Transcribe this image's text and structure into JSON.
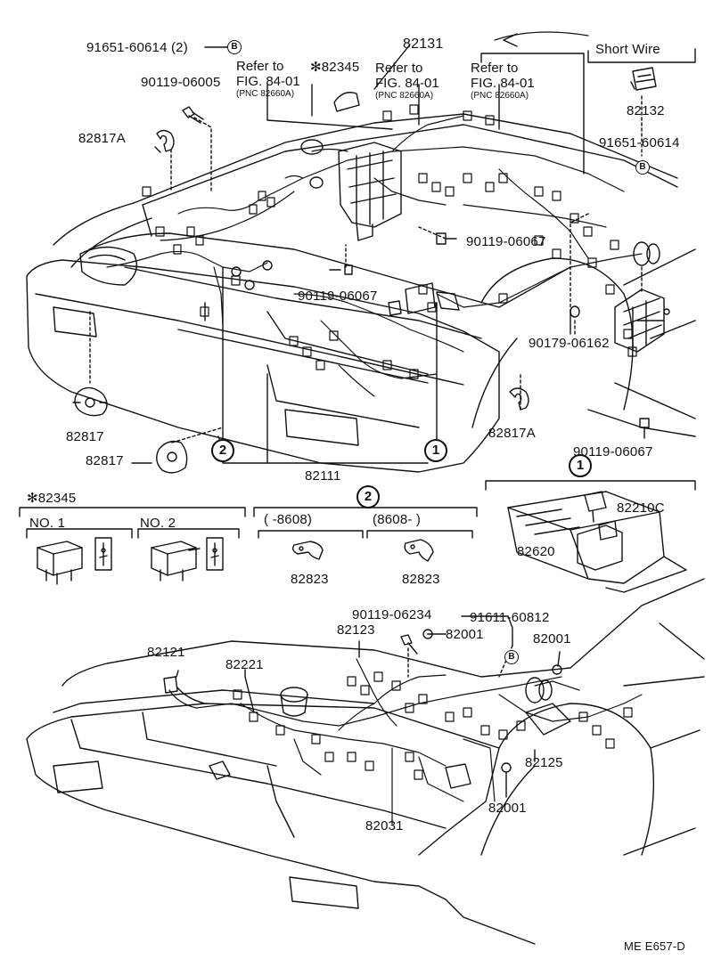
{
  "diagram": {
    "labels": {
      "p91651_60614_2": "91651-60614 (2)",
      "p82131": "82131",
      "short_wire": "Short Wire",
      "p90119_06005": "90119-06005",
      "star82345_top": "✻82345",
      "p82132": "82132",
      "p82817A_left": "82817A",
      "p91651_60614": "91651-60614",
      "p90119_06067_a": "90119-06067",
      "p90119_06067_b": "90119-06067",
      "p90179_06162": "90179-06162",
      "p82817A_right": "82817A",
      "p82817_a": "82817",
      "p82817_b": "82817",
      "p90119_06067_c": "90119-06067",
      "p82111": "82111",
      "star82345_legend": "✻82345",
      "no1": "NO. 1",
      "no2": "NO. 2",
      "range_a": "(      -8608)",
      "range_b": "(8608-         )",
      "p82823_a": "82823",
      "p82823_b": "82823",
      "p82210C": "82210C",
      "p82620": "82620",
      "p90119_06234": "90119-06234",
      "p91611_60812": "91611-60812",
      "p82123": "82123",
      "p82001_a": "82001",
      "p82001_b": "82001",
      "p82121": "82121",
      "p82221": "82221",
      "p82125": "82125",
      "p82001_c": "82001",
      "p82031": "82031",
      "code": "ME E657-D"
    },
    "refs": [
      {
        "line1": "Refer to",
        "line2": "FIG. 84-01",
        "line3": "(PNC 82660A)"
      },
      {
        "line1": "Refer to",
        "line2": "FIG. 84-01",
        "line3": "(PNC 82660A)"
      },
      {
        "line1": "Refer to",
        "line2": "FIG. 84-01",
        "line3": "(PNC 82660A)"
      }
    ],
    "markers": {
      "one": "1",
      "two": "2",
      "b": "B"
    }
  }
}
